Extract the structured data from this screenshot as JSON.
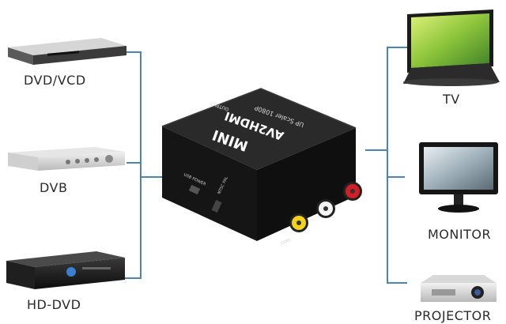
{
  "left_devices": [
    {
      "label": "DVD/VCD",
      "icon": "dvd-player-icon"
    },
    {
      "label": "DVB",
      "icon": "set-top-box-icon"
    },
    {
      "label": "HD-DVD",
      "icon": "hd-dvd-player-icon"
    }
  ],
  "right_devices": [
    {
      "label": "TV",
      "icon": "tv-icon"
    },
    {
      "label": "MONITOR",
      "icon": "monitor-icon"
    },
    {
      "label": "PROJECTOR",
      "icon": "projector-icon"
    }
  ],
  "converter": {
    "brand": "MINI",
    "model": "AV2HDMI",
    "spec": "UP Scaler 1080P",
    "output_label": "OUTPUT",
    "power_label": "USB POWER",
    "switch_label": "NTSC PAL",
    "input_label": "CVBS",
    "body_color": "#1b1b1b",
    "jack_colors": [
      "#f2d21c",
      "#f4f4f4",
      "#d21f26"
    ]
  },
  "colors": {
    "line": "#4a86b4",
    "text": "#2b2b2b"
  }
}
